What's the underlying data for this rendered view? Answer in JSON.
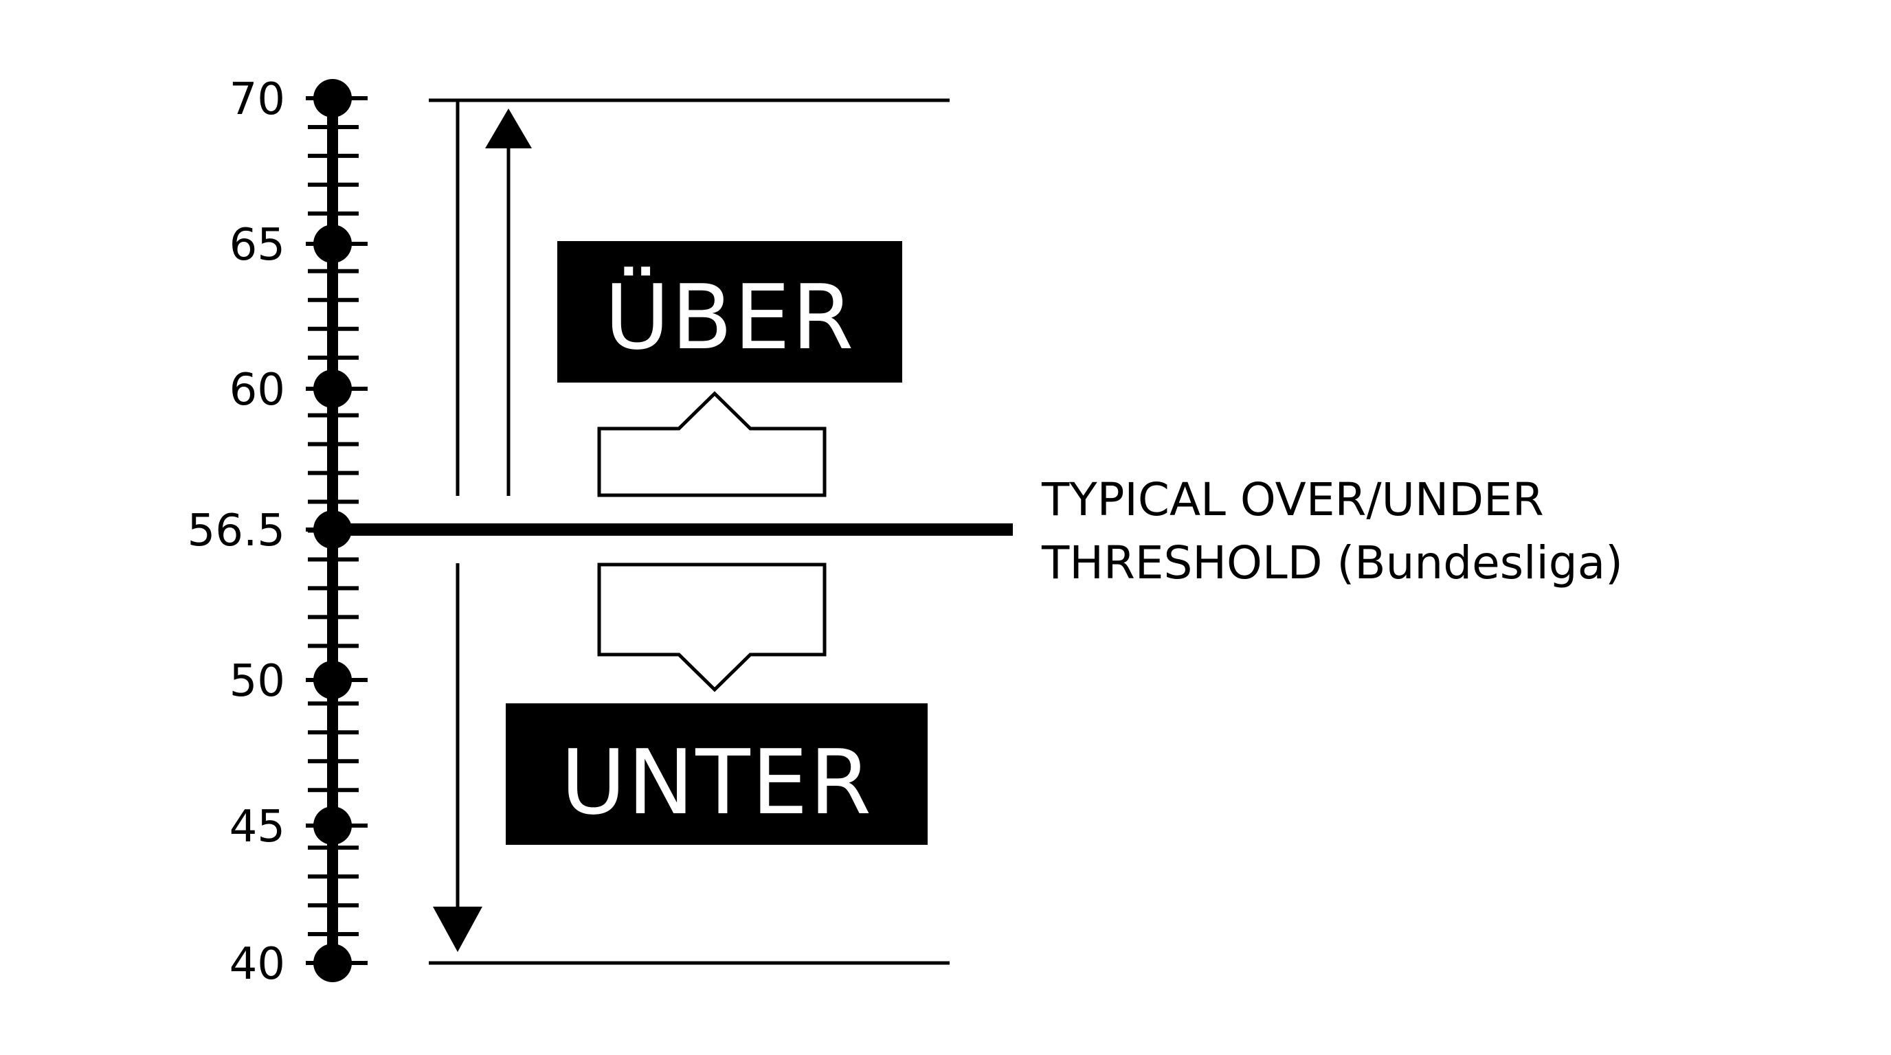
{
  "scale": {
    "min": 40,
    "max": 70,
    "labeled_ticks": [
      "70",
      "65",
      "60",
      "56.5",
      "50",
      "45",
      "40"
    ]
  },
  "threshold": {
    "value": 56.5,
    "note_line1": "TYPICAL OVER/UNDER",
    "note_line2": "THRESHOLD (Bundesliga)"
  },
  "boxes": {
    "over_label": "ÜBER",
    "under_label": "UNTER"
  },
  "colors": {
    "ink": "#000000",
    "background": "#ffffff"
  }
}
